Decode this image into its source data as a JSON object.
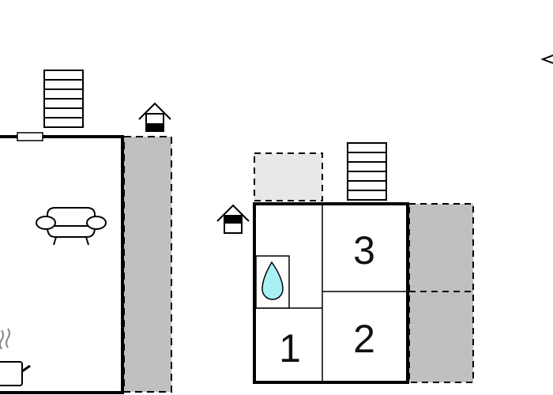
{
  "rooms": [
    {
      "label": "1"
    },
    {
      "label": "2"
    },
    {
      "label": "3"
    }
  ],
  "colors": {
    "terrace": "#c0c0c0",
    "light_area": "#e8e8e8",
    "water": "#a8f0f4",
    "wall": "#000000"
  },
  "icons": [
    "stairs-icon",
    "entrance-icon",
    "sofa-icon",
    "kitchen-pot-icon",
    "water-drop-icon",
    "compass-arrow-icon"
  ]
}
